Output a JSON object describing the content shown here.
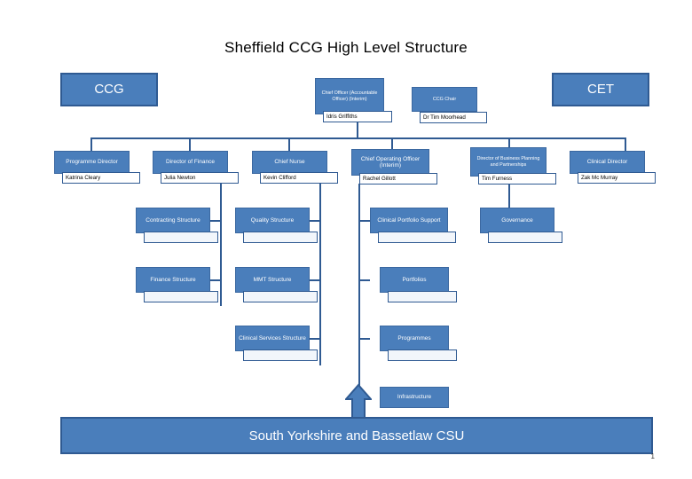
{
  "title": "Sheffield CCG High Level Structure",
  "page_number": "1",
  "colors": {
    "node_fill": "#4A7EBB",
    "node_border": "#2F5A92",
    "connector": "#2F5A92",
    "plate_fill": "#FFFFFF",
    "text_on_blue": "#FFFFFF"
  },
  "top": {
    "ccg_label": "CCG",
    "cet_label": "CET",
    "chief_officer": {
      "role": "Chief Officer (Accountable Officer) (Interim)",
      "name": "Idris Griffiths"
    },
    "ccg_chair": {
      "role": "CCG Chair",
      "name": "Dr Tim Moorhead"
    }
  },
  "directors": [
    {
      "role": "Programme Director",
      "name": "Katrina Cleary"
    },
    {
      "role": "Director of Finance",
      "name": "Julia Newton"
    },
    {
      "role": "Chief Nurse",
      "name": "Kevin Clifford"
    },
    {
      "role": "Chief Operating Officer (Interim)",
      "name": "Rachel Gillott"
    },
    {
      "role": "Director of Business Planning and Partnerships",
      "name": "Tim Furness"
    },
    {
      "role": "Clinical Director",
      "name": "Zak Mc Murray"
    }
  ],
  "sub_nodes": [
    {
      "label": "Contracting Structure",
      "name": ""
    },
    {
      "label": "Quality Structure",
      "name": ""
    },
    {
      "label": "Clinical Portfolio Support",
      "name": ""
    },
    {
      "label": "Governance",
      "name": ""
    },
    {
      "label": "Finance Structure",
      "name": ""
    },
    {
      "label": "MMT Structure",
      "name": ""
    },
    {
      "label": "Portfolios",
      "name": ""
    },
    {
      "label": "Clinical Services Structure",
      "name": ""
    },
    {
      "label": "Programmes",
      "name": ""
    },
    {
      "label": "Infrastructure",
      "name": ""
    }
  ],
  "footer": {
    "banner_label": "South Yorkshire and Bassetlaw CSU"
  }
}
